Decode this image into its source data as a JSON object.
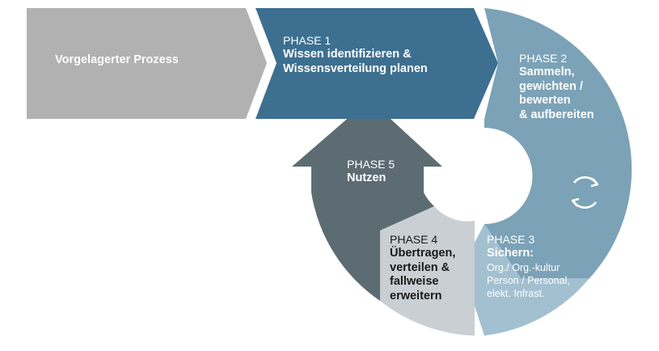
{
  "diagram": {
    "vorgelagert": {
      "label": "Vorgelagerter Prozess",
      "color": "#b1b1b1"
    },
    "phase1": {
      "phase": "PHASE 1",
      "title_lines": [
        "Wissen identifizieren &",
        "Wissensverteilung planen"
      ],
      "color": "#3d6f90"
    },
    "phase2": {
      "phase": "PHASE 2",
      "title_lines": [
        "Sammeln,",
        "gewichten /",
        "bewerten",
        "& aufbereiten"
      ],
      "color": "#7ba2b7",
      "icon": "cycle-refresh-icon"
    },
    "phase3": {
      "phase": "PHASE 3",
      "title": "Sichern:",
      "detail_lines": [
        "Org./ Org.-kultur",
        "Person / Personal,",
        "elekt. Infrast."
      ],
      "color": "#a3c0d1"
    },
    "phase4": {
      "phase": "PHASE 4",
      "title_lines": [
        "Übertragen,",
        "verteilen &",
        "fallweise",
        "erweitern"
      ],
      "color": "#c9cfd3"
    },
    "phase5": {
      "phase": "PHASE 5",
      "title": "Nutzen",
      "color": "#5d6c73"
    }
  }
}
